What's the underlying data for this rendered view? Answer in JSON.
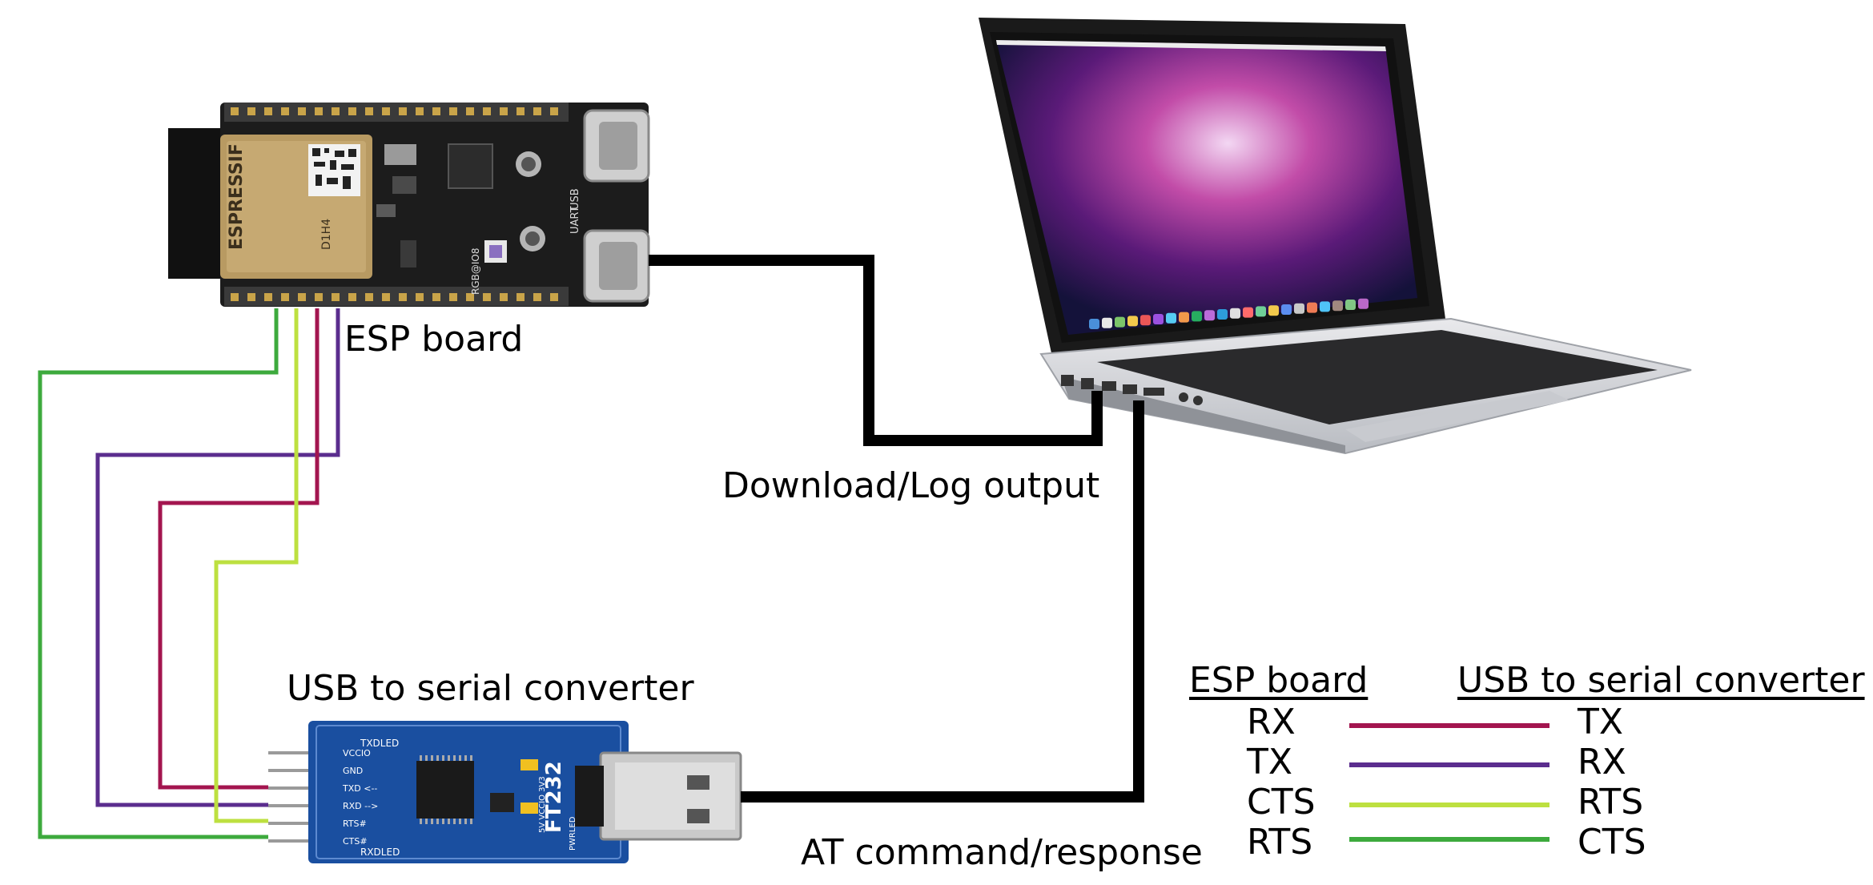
{
  "labels": {
    "esp_board": "ESP board",
    "download_log": "Download/Log output",
    "usb_serial": "USB to serial converter",
    "at_cmd": "AT command/response"
  },
  "board": {
    "brand": "ESPRESSIF",
    "module_marking": "D1H4",
    "rgb_label": "RGB@IO8",
    "port_usb": "USB",
    "port_uart": "UART"
  },
  "converter": {
    "chip": "FT232",
    "pins": [
      "VCCIO",
      "GND",
      "TXD <--",
      "RXD -->",
      "RTS#",
      "CTS#"
    ],
    "txdled": "TXDLED",
    "rxdled": "RXDLED",
    "vccio_sel": "5V VCCIO 3V3",
    "pwrled": "PWRLED"
  },
  "legend": {
    "col_left": "ESP board",
    "col_right": "USB to serial converter",
    "rows": [
      {
        "left": "RX",
        "right": "TX",
        "color": "#a3154f"
      },
      {
        "left": "TX",
        "right": "RX",
        "color": "#5b2d8e"
      },
      {
        "left": "CTS",
        "right": "RTS",
        "color": "#bde040"
      },
      {
        "left": "RTS",
        "right": "CTS",
        "color": "#3daa3d"
      }
    ]
  },
  "colors": {
    "wire_red": "#a3154f",
    "wire_purple": "#5b2d8e",
    "wire_lime": "#bde040",
    "wire_green": "#3daa3d",
    "cable": "#000000",
    "pcb_board": "#1c1c1c",
    "pcb_converter": "#1a4fa0"
  }
}
